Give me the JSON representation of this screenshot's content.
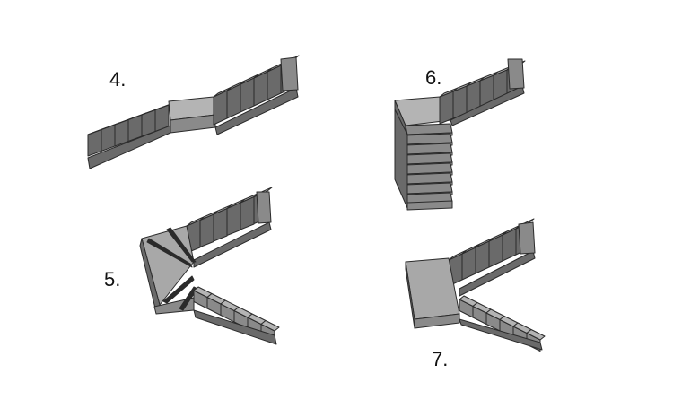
{
  "labels": {
    "stair_4": "4.",
    "stair_5": "5.",
    "stair_6": "6.",
    "stair_7": "7."
  },
  "colors": {
    "top": "#b4b4b4",
    "front": "#8a8a8a",
    "side": "#6a6a6a",
    "outline": "#2b2b2b",
    "landing": "#a8a8a8"
  },
  "stairs": [
    {
      "id": "4",
      "kind": "straight with mid landing"
    },
    {
      "id": "5",
      "kind": "U-turn with winder steps"
    },
    {
      "id": "6",
      "kind": "L-shaped quarter turn with landing"
    },
    {
      "id": "7",
      "kind": "U-turn with landing"
    }
  ]
}
